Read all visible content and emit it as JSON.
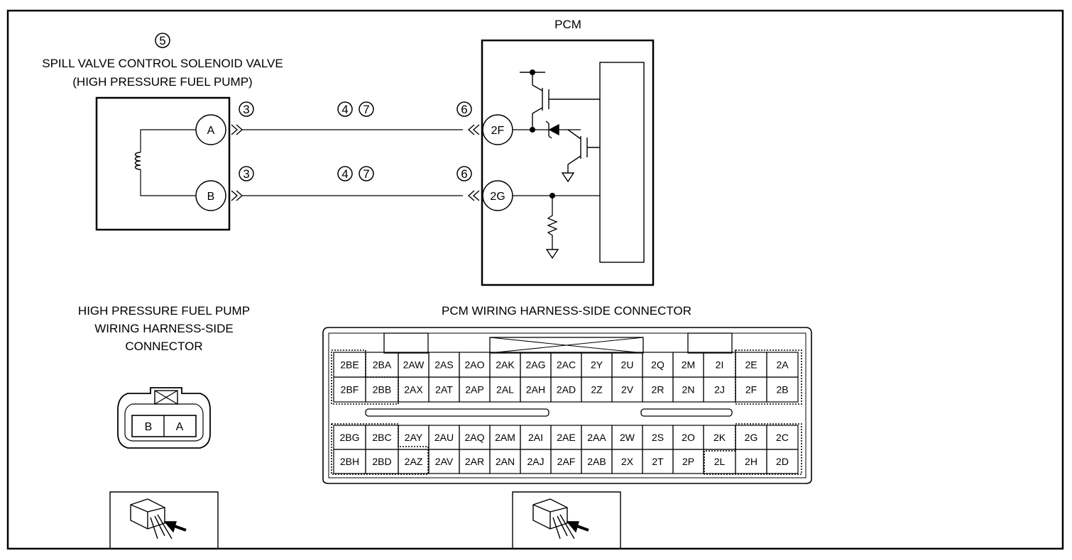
{
  "component": {
    "ref_number": "5",
    "title_line1": "SPILL VALVE CONTROL SOLENOID VALVE",
    "title_line2": "(HIGH PRESSURE FUEL PUMP)",
    "pins": [
      "A",
      "B"
    ]
  },
  "pcm": {
    "title": "PCM",
    "pins": [
      "2F",
      "2G"
    ]
  },
  "wire_refs": {
    "component_connector": "3",
    "harness": [
      "4",
      "7"
    ],
    "pcm_connector": "6"
  },
  "pump_connector": {
    "title_line1": "HIGH PRESSURE FUEL PUMP",
    "title_line2": "WIRING HARNESS-SIDE",
    "title_line3": "CONNECTOR",
    "cells": [
      "B",
      "A"
    ]
  },
  "pcm_connector": {
    "title": "PCM WIRING HARNESS-SIDE CONNECTOR",
    "rows": [
      [
        "2BE",
        "2BA",
        "2AW",
        "2AS",
        "2AO",
        "2AK",
        "2AG",
        "2AC",
        "2Y",
        "2U",
        "2Q",
        "2M",
        "2I",
        "2E",
        "2A"
      ],
      [
        "2BF",
        "2BB",
        "2AX",
        "2AT",
        "2AP",
        "2AL",
        "2AH",
        "2AD",
        "2Z",
        "2V",
        "2R",
        "2N",
        "2J",
        "2F",
        "2B"
      ],
      [
        "2BG",
        "2BC",
        "2AY",
        "2AU",
        "2AQ",
        "2AM",
        "2AI",
        "2AE",
        "2AA",
        "2W",
        "2S",
        "2O",
        "2K",
        "2G",
        "2C"
      ],
      [
        "2BH",
        "2BD",
        "2AZ",
        "2AV",
        "2AR",
        "2AN",
        "2AJ",
        "2AF",
        "2AB",
        "2X",
        "2T",
        "2P",
        "2L",
        "2H",
        "2D"
      ]
    ]
  }
}
